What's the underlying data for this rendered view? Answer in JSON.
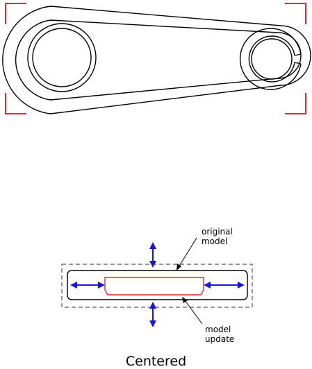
{
  "colors": {
    "outline": "#000000",
    "corner_marks": "#e8262b",
    "resize_arrows": "#1414e6",
    "updated_model": "#e8262b",
    "dashed_bounds": "#555555"
  },
  "annotations": {
    "original_model": [
      "original",
      "model"
    ],
    "model_update": [
      "model",
      "update"
    ]
  },
  "caption": "Centered"
}
